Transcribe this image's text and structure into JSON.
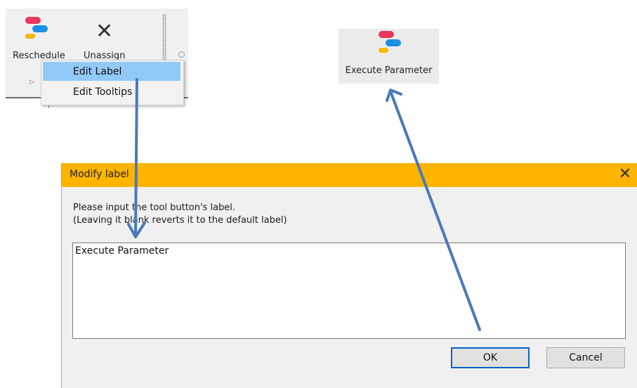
{
  "ribbon": {
    "buttons": [
      {
        "label": "Reschedule",
        "icon": "schedule-icon"
      },
      {
        "label": "Unassign",
        "icon": "close-x-icon"
      }
    ],
    "group_expander": "▷"
  },
  "context_menu": {
    "items": [
      {
        "label": "Edit Label",
        "highlighted": true
      },
      {
        "label": "Edit Tooltips",
        "highlighted": false
      }
    ]
  },
  "result_button": {
    "label": "Execute Parameter",
    "icon": "schedule-icon"
  },
  "dialog": {
    "title": "Modify label",
    "close_glyph": "✕",
    "message_line1": "Please input the tool button's label.",
    "message_line2": "(Leaving it blank reverts it to the default label)",
    "input_value": "Execute Parameter",
    "ok_label": "OK",
    "cancel_label": "Cancel"
  },
  "colors": {
    "title_bar": "#ffb400",
    "menu_highlight": "#91c9f7",
    "arrow": "#4a7ab8",
    "icon_red": "#e8365d",
    "icon_blue": "#1a8fe3",
    "icon_yellow": "#f7b500"
  }
}
